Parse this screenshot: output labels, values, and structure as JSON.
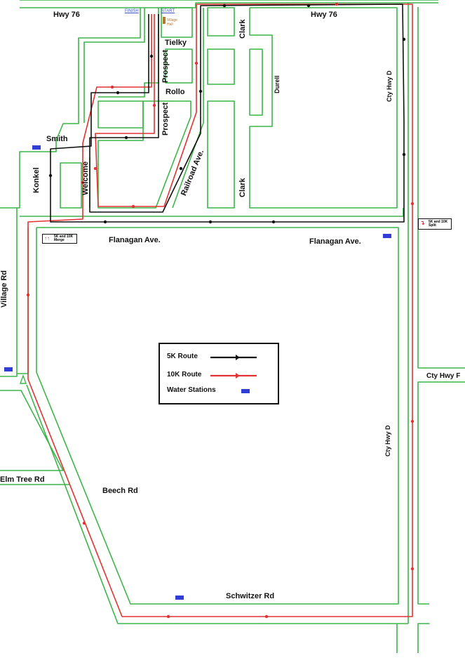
{
  "colors": {
    "road": "#3cb54a",
    "route_5k": "#111111",
    "route_10k": "#e23232",
    "water": "#2f3fd6",
    "village_hall": "#b8752f"
  },
  "streets": {
    "hwy76_left": "Hwy 76",
    "hwy76_right": "Hwy 76",
    "tielky": "Tielky",
    "rollo": "Rollo",
    "smith": "Smith",
    "prospect_upper": "Prospect",
    "prospect_lower": "Prospect",
    "clark_upper": "Clark",
    "clark_lower": "Clark",
    "durell": "Durell",
    "cty_hwy_d_upper": "Cty Hwy D",
    "cty_hwy_d_lower": "Cty Hwy D",
    "konkel": "Konkel",
    "welcome": "Welcome",
    "railroad": "Railroad Ave.",
    "flanagan_left": "Flanagan Ave.",
    "flanagan_right": "Flanagan Ave.",
    "village_rd": "Village Rd",
    "cty_hwy_f": "Cty Hwy F",
    "elm_tree": "Elm Tree Rd",
    "beech": "Beech Rd",
    "schwitzer": "Schwitzer Rd"
  },
  "markers": {
    "finish": "FINISH",
    "start": "START",
    "village_hall": "Village Hall",
    "merge": "5K and 10K Merge",
    "split": "5K and 10K Split"
  },
  "legend": {
    "route_5k": "5K Route",
    "route_10k": "10K Route",
    "water_stations": "Water Stations"
  }
}
